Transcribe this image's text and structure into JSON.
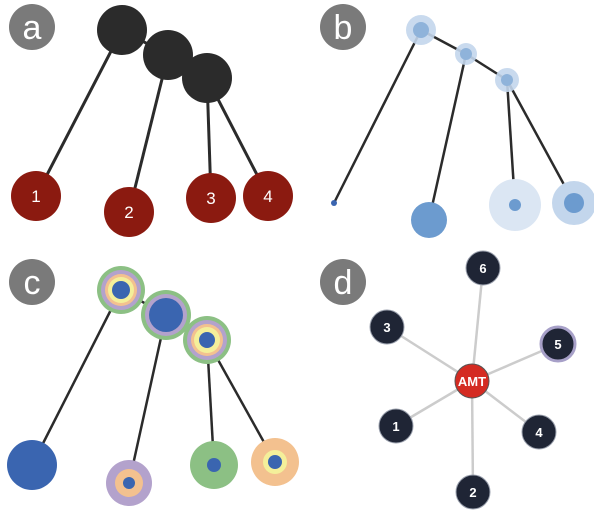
{
  "panels": [
    {
      "letter": "a"
    },
    {
      "letter": "b"
    },
    {
      "letter": "c"
    },
    {
      "letter": "d"
    }
  ],
  "panel_a": {
    "leaf_labels": [
      "1",
      "2",
      "3",
      "4"
    ],
    "colors": {
      "internal": "#2b2b2b",
      "leaf": "#8b1a10",
      "edge": "#2b2b2b"
    }
  },
  "panel_b": {
    "colors": {
      "node": "#6c9bcf",
      "halo": "#c3d6ec",
      "edge": "#2b2b2b"
    }
  },
  "panel_c": {
    "colors": {
      "blue": "#3a65b0",
      "green": "#8cc084",
      "purple": "#b3a2cc",
      "orange": "#f3c18f",
      "yellow": "#f4ef9a"
    }
  },
  "panel_d": {
    "hub_label": "AMT",
    "spoke_labels": [
      "1",
      "2",
      "3",
      "4",
      "5",
      "6"
    ],
    "colors": {
      "hub": "#d42b22",
      "spoke": "#1f2535",
      "edge": "#cccccc"
    }
  }
}
